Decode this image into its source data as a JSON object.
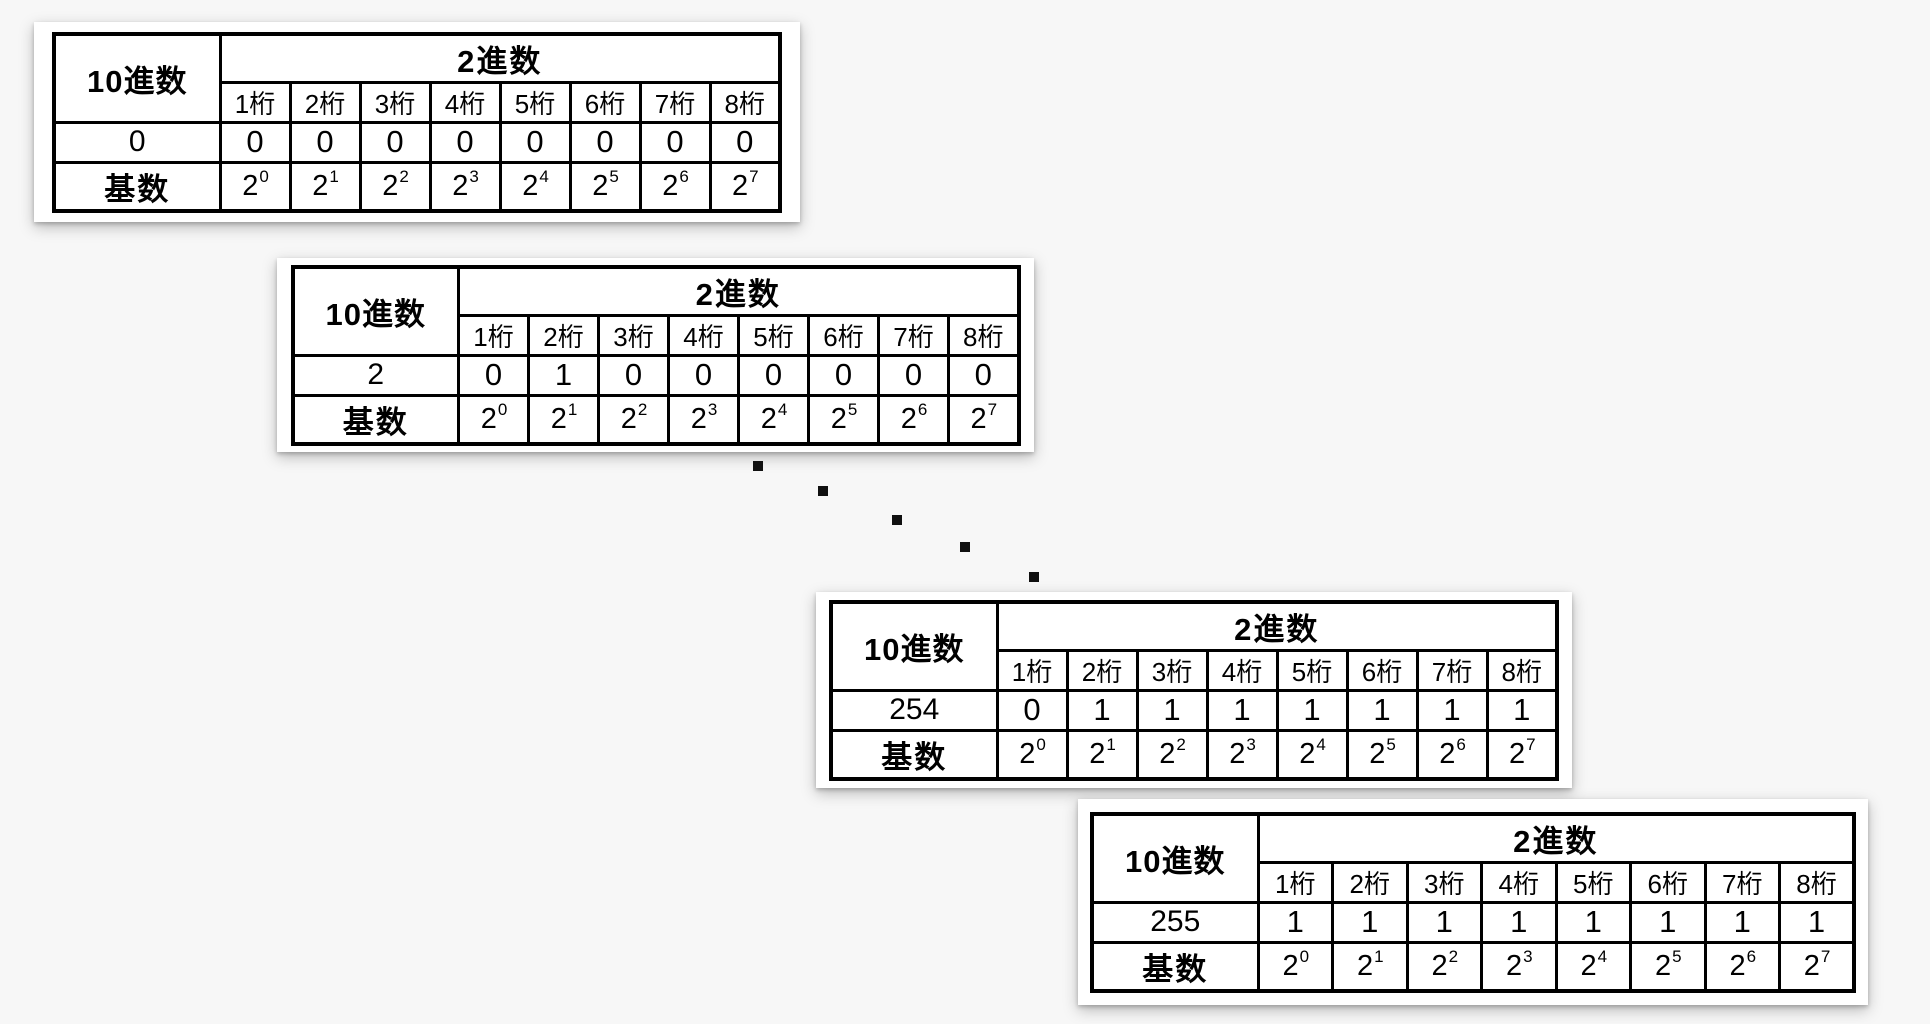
{
  "shared": {
    "decimal_header": "10進数",
    "binary_header": "2進数",
    "digit_headers": [
      "1桁",
      "2桁",
      "3桁",
      "4桁",
      "5桁",
      "6桁",
      "7桁",
      "8桁"
    ],
    "base_label": "基数",
    "base_number": "2",
    "base_exponents": [
      "0",
      "1",
      "2",
      "3",
      "4",
      "5",
      "6",
      "7"
    ]
  },
  "tables": [
    {
      "decimal_value": "0",
      "bits": [
        "0",
        "0",
        "0",
        "0",
        "0",
        "0",
        "0",
        "0"
      ]
    },
    {
      "decimal_value": "2",
      "bits": [
        "0",
        "1",
        "0",
        "0",
        "0",
        "0",
        "0",
        "0"
      ]
    },
    {
      "decimal_value": "254",
      "bits": [
        "0",
        "1",
        "1",
        "1",
        "1",
        "1",
        "1",
        "1"
      ]
    },
    {
      "decimal_value": "255",
      "bits": [
        "1",
        "1",
        "1",
        "1",
        "1",
        "1",
        "1",
        "1"
      ]
    }
  ],
  "ellipsis": {
    "dot_count": 5,
    "direction": "diagonal"
  },
  "colors": {
    "background": "#f7f7f7",
    "card": "#ffffff",
    "border": "#000000",
    "text": "#000000"
  }
}
